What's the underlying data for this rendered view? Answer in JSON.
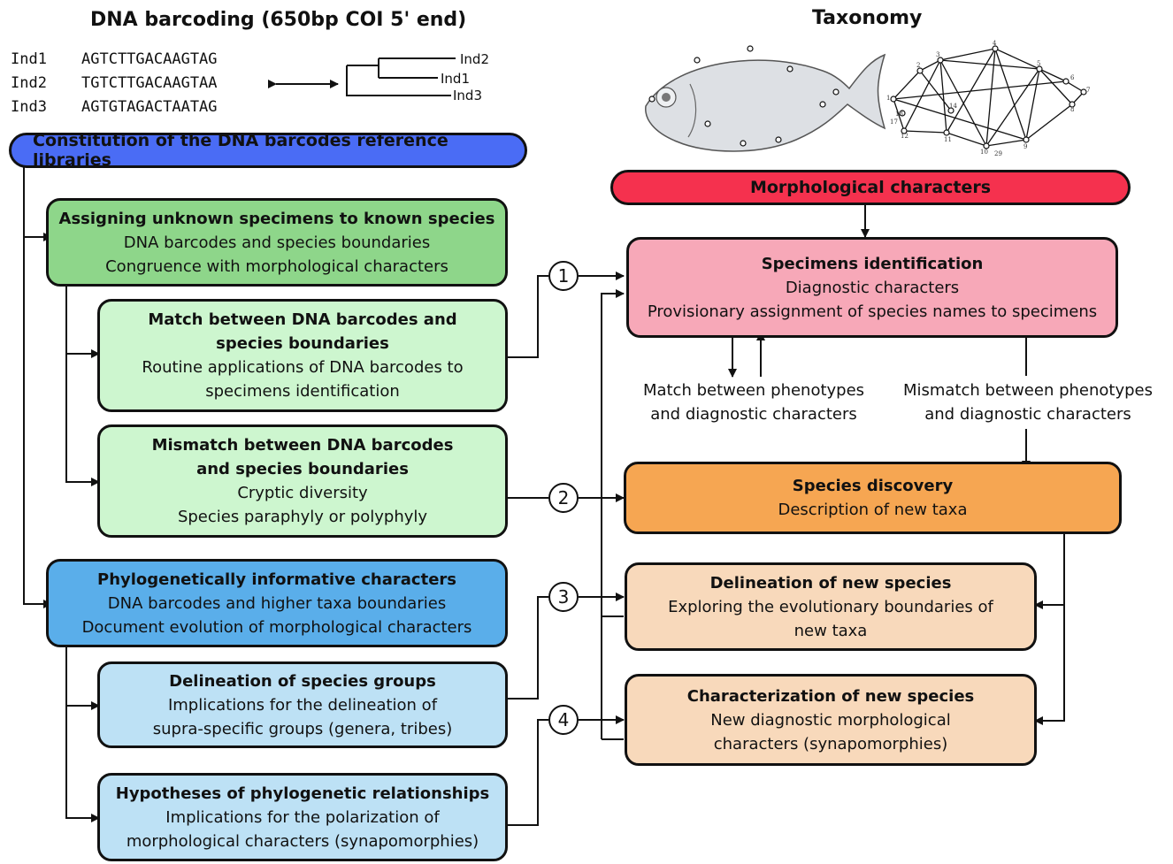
{
  "header_left": "DNA barcoding (650bp COI 5' end)",
  "header_right": "Taxonomy",
  "sequences": [
    {
      "id": "Ind1",
      "seq": "AGTCTTGACAAGTAG"
    },
    {
      "id": "Ind2",
      "seq": "TGTCTTGACAAGTAA"
    },
    {
      "id": "Ind3",
      "seq": "AGTGTAGACTAATAG"
    }
  ],
  "tree_labels": [
    "Ind2",
    "Ind1",
    "Ind3"
  ],
  "landmark_numbers": [
    "1",
    "2",
    "3",
    "4",
    "5",
    "6",
    "7",
    "8",
    "9",
    "10",
    "11",
    "12",
    "13",
    "14",
    "17",
    "29"
  ],
  "left": {
    "reference": "Constitution of the DNA barcodes reference libraries",
    "assign": {
      "title": "Assigning unknown specimens to known species",
      "l1": "DNA barcodes and species boundaries",
      "l2": "Congruence with morphological characters"
    },
    "match": {
      "title1": "Match between DNA barcodes and",
      "title2": "species boundaries",
      "l1": "Routine applications of DNA barcodes to",
      "l2": "specimens identification"
    },
    "mismatch": {
      "title1": "Mismatch between DNA barcodes",
      "title2": "and species boundaries",
      "l1": "Cryptic diversity",
      "l2": "Species paraphyly or polyphyly"
    },
    "phylo": {
      "title": "Phylogenetically informative characters",
      "l1": "DNA barcodes and higher taxa boundaries",
      "l2": "Document evolution of morphological characters"
    },
    "groups": {
      "title": "Delineation of species groups",
      "l1": "Implications for the delineation of",
      "l2": "supra-specific groups (genera, tribes)"
    },
    "hypo": {
      "title": "Hypotheses of phylogenetic relationships",
      "l1": "Implications for the polarization of",
      "l2": "morphological characters (synapomorphies)"
    }
  },
  "right": {
    "morph": "Morphological characters",
    "ident": {
      "title": "Specimens identification",
      "l1": "Diagnostic characters",
      "l2": "Provisionary assignment of species names to specimens"
    },
    "match_pheno": {
      "l1": "Match between phenotypes",
      "l2": "and diagnostic characters"
    },
    "mismatch_pheno": {
      "l1": "Mismatch between phenotypes",
      "l2": "and diagnostic characters"
    },
    "discovery": {
      "title": "Species discovery",
      "l1": "Description of new taxa"
    },
    "delin": {
      "title": "Delineation of new species",
      "l1": "Exploring the evolutionary boundaries of",
      "l2": "new taxa"
    },
    "charac": {
      "title": "Characterization of new species",
      "l1": "New diagnostic morphological",
      "l2": "characters (synapomorphies)"
    }
  },
  "circles": [
    "1",
    "2",
    "3",
    "4"
  ],
  "colors": {
    "reference": "#4a6cf5",
    "assign": "#8ed68a",
    "light_green": "#cdf6cf",
    "phylo": "#5aaeea",
    "light_blue": "#bde1f5",
    "morph": "#f5314e",
    "ident": "#f7a8b8",
    "discovery": "#f6a652",
    "peach": "#f8d9bb"
  }
}
